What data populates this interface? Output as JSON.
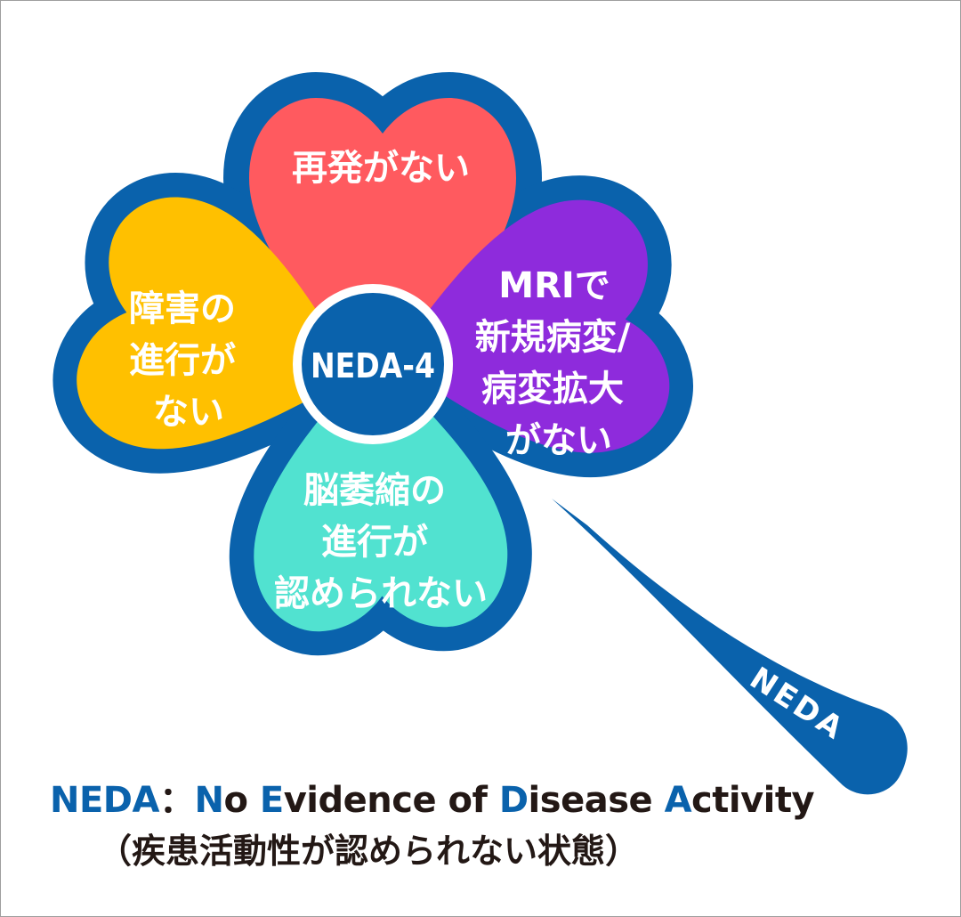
{
  "colors": {
    "outline": "#0a62ac",
    "relapse_petal": "#ff5a5f",
    "disability_petal": "#ffc000",
    "mri_petal": "#8e2bdc",
    "atrophy_petal": "#51e2d0",
    "center": "#0a62ac",
    "text_white": "#ffffff",
    "text_dark": "#231815"
  },
  "center": {
    "label": "NEDA-4"
  },
  "stem": {
    "label": "NEDA"
  },
  "petals": {
    "top": {
      "lines": [
        "再発がない"
      ]
    },
    "left": {
      "lines": [
        "障害の",
        "進行が",
        "ない"
      ]
    },
    "right": {
      "lines": [
        "MRIで",
        "新規病変/",
        "病変拡大",
        "がない"
      ]
    },
    "bottom": {
      "lines": [
        "脳萎縮の",
        "進行が",
        "認められない"
      ]
    }
  },
  "caption": {
    "acronym": "NEDA",
    "separator": "：",
    "words": [
      {
        "initial": "N",
        "rest": "o"
      },
      {
        "initial": "E",
        "rest": "vidence"
      },
      {
        "plain": "of"
      },
      {
        "initial": "D",
        "rest": "isease"
      },
      {
        "initial": "A",
        "rest": "ctivity"
      }
    ],
    "japanese": "（疾患活動性が認められない状態）"
  }
}
